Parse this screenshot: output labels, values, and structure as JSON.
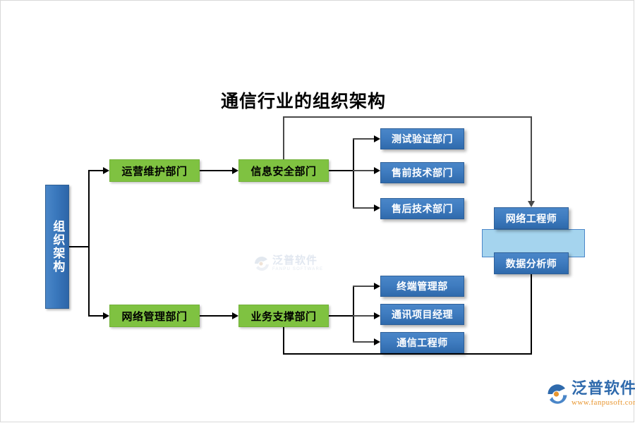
{
  "diagram": {
    "title": "通信行业的组织架构",
    "root": {
      "label": "组织架构"
    },
    "level1": [
      {
        "label": "运营维护部门",
        "color": "#7fc241"
      },
      {
        "label": "网络管理部门",
        "color": "#7fc241"
      }
    ],
    "level2": [
      {
        "label": "信息安全部门",
        "color": "#7fc241"
      },
      {
        "label": "业务支撑部门",
        "color": "#7fc241"
      }
    ],
    "upper_leaves": [
      {
        "label": "测试验证部门"
      },
      {
        "label": "售前技术部门"
      },
      {
        "label": "售后技术部门"
      }
    ],
    "lower_leaves": [
      {
        "label": "终端管理部"
      },
      {
        "label": "通讯项目经理"
      },
      {
        "label": "通信工程师"
      }
    ],
    "right_nodes": [
      {
        "label": "网络工程师"
      },
      {
        "label": "数据分析师"
      }
    ],
    "colors": {
      "green": "#7fc241",
      "blue": "#3f7cc0",
      "blue_dark": "#2f6aac",
      "light_blue": "#a5d4ee",
      "line": "#000000",
      "text_dark": "#000000",
      "text_light": "#ffffff"
    }
  },
  "watermark": {
    "cn": "泛普软件",
    "en": "FANPU SOFTWARE"
  },
  "logo": {
    "cn": "泛普软件",
    "url": "www.fanpusoft.com"
  }
}
